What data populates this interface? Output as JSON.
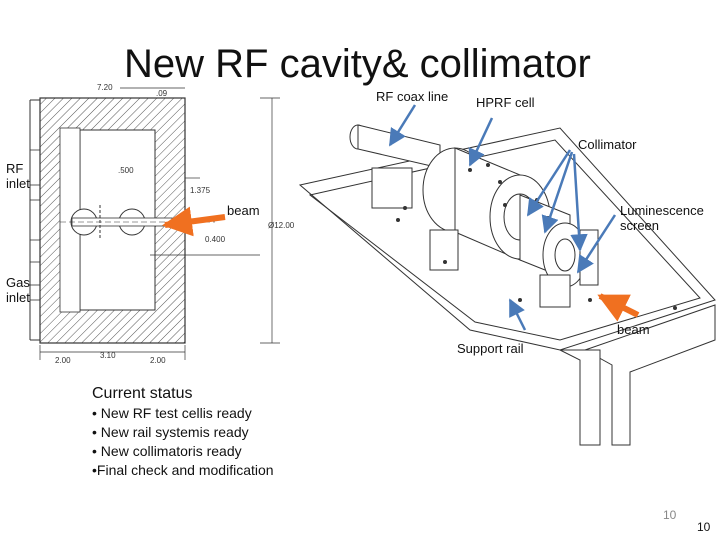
{
  "slide": {
    "title": "New RF cavity& collimator",
    "labels": {
      "rf_coax_line": "RF coax line",
      "hprf_cell": "HPRF cell",
      "collimator": "Collimator",
      "rf_inlet": "RF inlet",
      "beam_left": "beam",
      "luminescence_screen": "Luminescence screen",
      "gas_inlet": "Gas inlet",
      "beam_right": "beam",
      "support_rail": "Support rail"
    },
    "drawing_dims": {
      "d1": "7.20",
      ".d2": ".09",
      "d3": ".500",
      "d4": "1.375",
      "d5": "0.400",
      "d6": "Ø12.00",
      "d7": "2.00",
      "d8": "3.10",
      "d9": "2.00"
    },
    "status": {
      "heading": "Current status",
      "items": [
        "• New RF test cellis ready",
        "• New rail systemis ready",
        "• New collimatoris ready",
        "•Final check and modification"
      ]
    },
    "page_number": "10",
    "page_number_corner": "10",
    "colors": {
      "orange_arrow": "#f07020",
      "blue_arrow": "#4a7ab8"
    }
  }
}
